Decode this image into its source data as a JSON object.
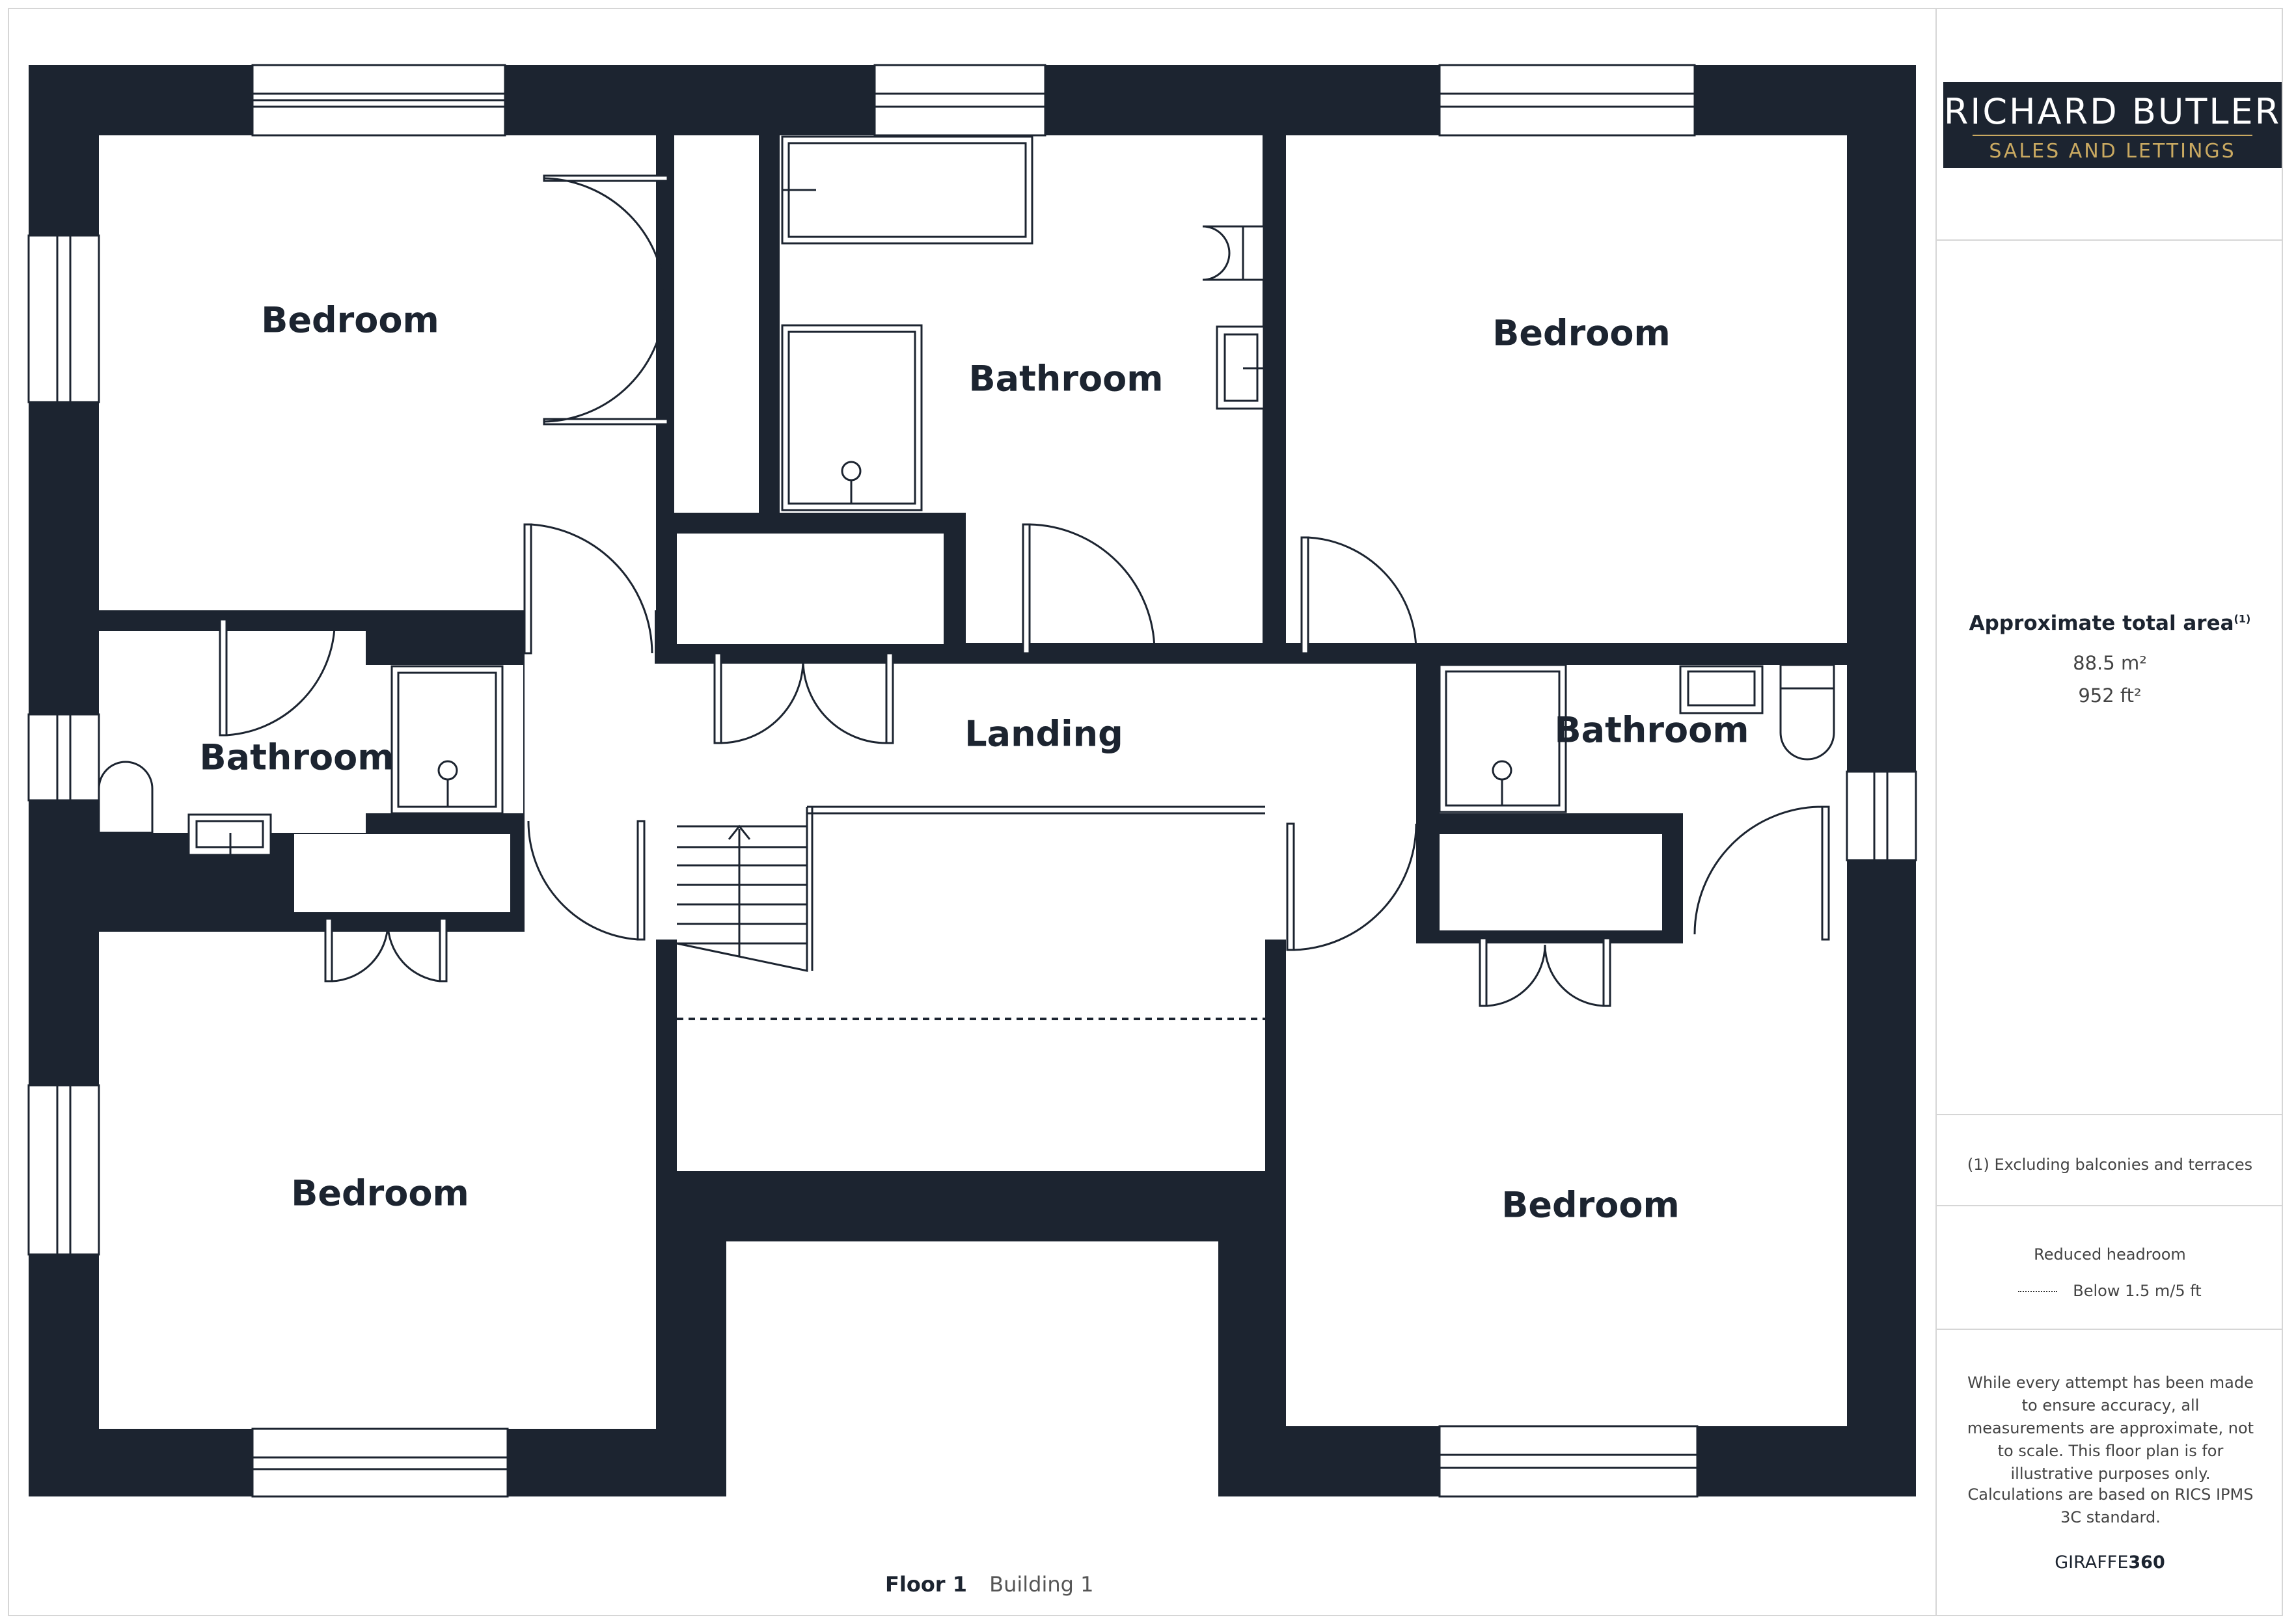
{
  "plan": {
    "colors": {
      "wall": "#1c2430",
      "floor": "#ffffff",
      "line": "#1c2430"
    },
    "rooms": {
      "bedroom_nw": "Bedroom",
      "bathroom_top": "Bathroom",
      "bedroom_ne": "Bedroom",
      "bathroom_w": "Bathroom",
      "landing": "Landing",
      "bathroom_e": "Bathroom",
      "bedroom_sw": "Bedroom",
      "bedroom_se": "Bedroom"
    }
  },
  "footer": {
    "floor": "Floor 1",
    "building": "Building 1"
  },
  "sidebar": {
    "logo": {
      "name": "RICHARD BUTLER",
      "sub": "SALES AND LETTINGS",
      "bg_color": "#1c2430",
      "accent_color": "#c9a961"
    },
    "area": {
      "title": "Approximate total area",
      "footnote_mark": "(1)",
      "m2": "88.5 m²",
      "ft2": "952 ft²"
    },
    "exclusion_note": "(1) Excluding balconies and terraces",
    "headroom": {
      "title": "Reduced headroom",
      "legend": "Below 1.5 m/5 ft"
    },
    "disclaimer": "While every attempt has been made to ensure accuracy, all measurements are approximate, not to scale. This floor plan is for illustrative purposes only.",
    "calculations": "Calculations are based on RICS IPMS 3C standard.",
    "brand": {
      "prefix": "GIRAFFE",
      "suffix": "360"
    }
  }
}
